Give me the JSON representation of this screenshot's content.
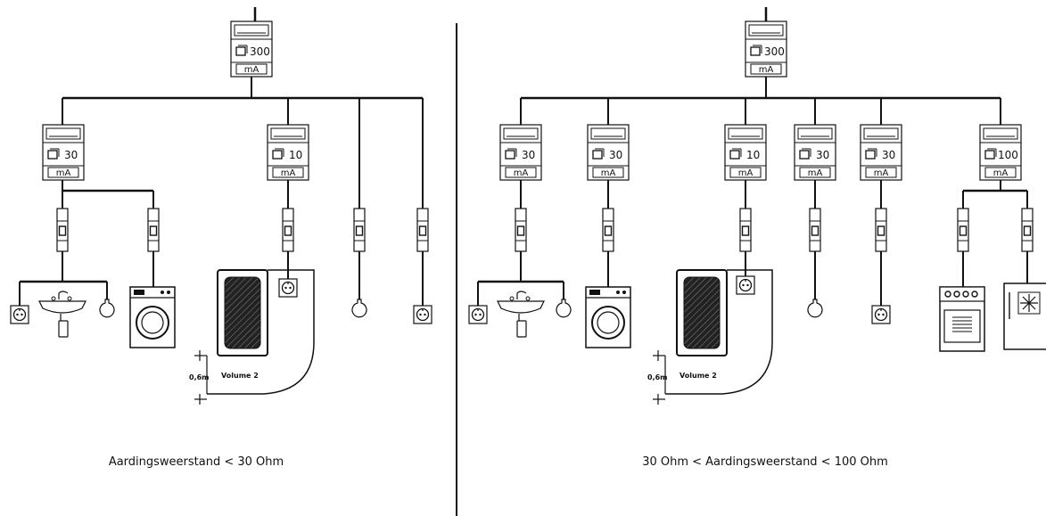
{
  "left_panel": {
    "main_rcd": {
      "rating": "300",
      "unit": "mA"
    },
    "rcds": [
      {
        "rating": "30",
        "unit": "mA"
      },
      {
        "rating": "10",
        "unit": "mA"
      }
    ],
    "bath": {
      "height_label": "0,6m",
      "zone_label": "Volume 2"
    },
    "caption": "Aardingsweerstand < 30 Ohm"
  },
  "right_panel": {
    "main_rcd": {
      "rating": "300",
      "unit": "mA"
    },
    "rcds": [
      {
        "rating": "30",
        "unit": "mA"
      },
      {
        "rating": "30",
        "unit": "mA"
      },
      {
        "rating": "10",
        "unit": "mA"
      },
      {
        "rating": "30",
        "unit": "mA"
      },
      {
        "rating": "30",
        "unit": "mA"
      },
      {
        "rating": "100",
        "unit": "mA"
      }
    ],
    "bath": {
      "height_label": "0,6m",
      "zone_label": "Volume 2"
    },
    "caption": "30 Ohm < Aardingsweerstand < 100 Ohm"
  }
}
